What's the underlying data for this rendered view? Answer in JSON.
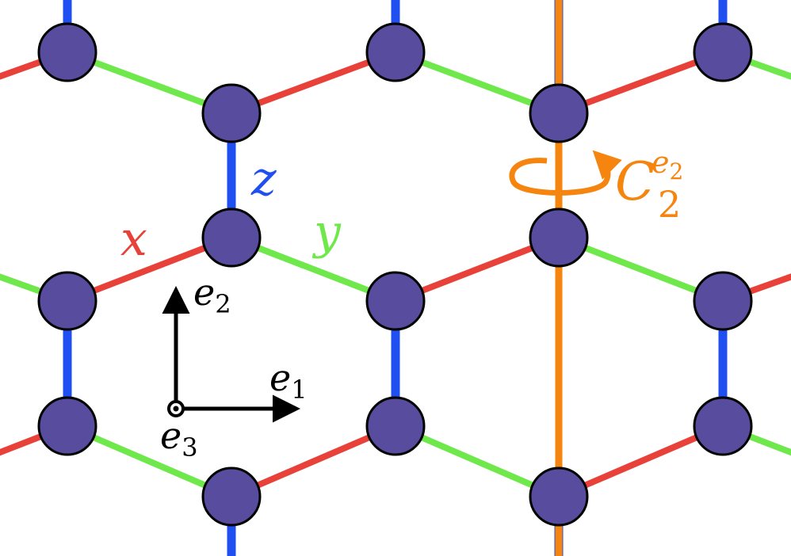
{
  "bond_labels": {
    "x": "x",
    "y": "y",
    "z": "z"
  },
  "axes": {
    "e1": {
      "base": "e",
      "sub": "1"
    },
    "e2": {
      "base": "e",
      "sub": "2"
    },
    "e3": {
      "base": "e",
      "sub": "3"
    }
  },
  "rotation": {
    "base": "C",
    "sub": "2",
    "sup_base": "e",
    "sup_sub": "2"
  },
  "colors": {
    "x_bond": "#e8413a",
    "y_bond": "#6ee84a",
    "z_bond": "#1f4ff0",
    "site": "#574c9e",
    "axis": "#f5850f",
    "frame": "#000000",
    "x_label": "#e8413a",
    "y_label": "#6ee84a",
    "z_label": "#1f4ff0"
  },
  "icons": {
    "site": "lattice-site-icon",
    "rotation_arrow": "rotation-arrow-icon",
    "out_of_plane": "out-of-plane-dot-icon"
  }
}
